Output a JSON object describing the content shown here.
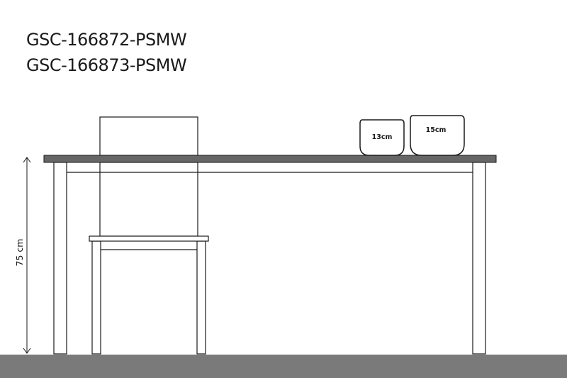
{
  "product_codes": [
    "GSC-166872-PSMW",
    "GSC-166873-PSMW"
  ],
  "pots": [
    {
      "label": "13cm",
      "size_cm": 13
    },
    {
      "label": "15cm",
      "size_cm": 15
    }
  ],
  "dimension": {
    "label": "75 cm",
    "value_cm": 75
  },
  "colors": {
    "background": "#ffffff",
    "line": "#1a1a1a",
    "tabletop": "#666666",
    "floor": "#7a7a7a"
  }
}
